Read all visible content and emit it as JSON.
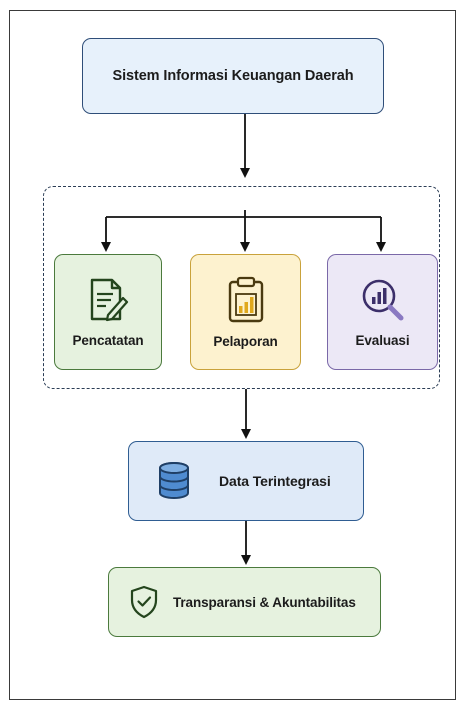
{
  "diagram": {
    "top_node": "Sistem Informasi Keuangan Daerah",
    "modules": [
      {
        "label": "Pencatatan",
        "icon": "document-edit-icon",
        "color": "#e6f2df"
      },
      {
        "label": "Pelaporan",
        "icon": "clipboard-chart-icon",
        "color": "#fdf2cf"
      },
      {
        "label": "Evaluasi",
        "icon": "magnifier-chart-icon",
        "color": "#ece8f6"
      }
    ],
    "data_node": {
      "label": "Data Terintegrasi",
      "icon": "database-icon",
      "color": "#dfeaf8"
    },
    "result_node": {
      "label": "Transparansi & Akuntabilitas",
      "icon": "shield-check-icon",
      "color": "#e6f2df"
    }
  }
}
